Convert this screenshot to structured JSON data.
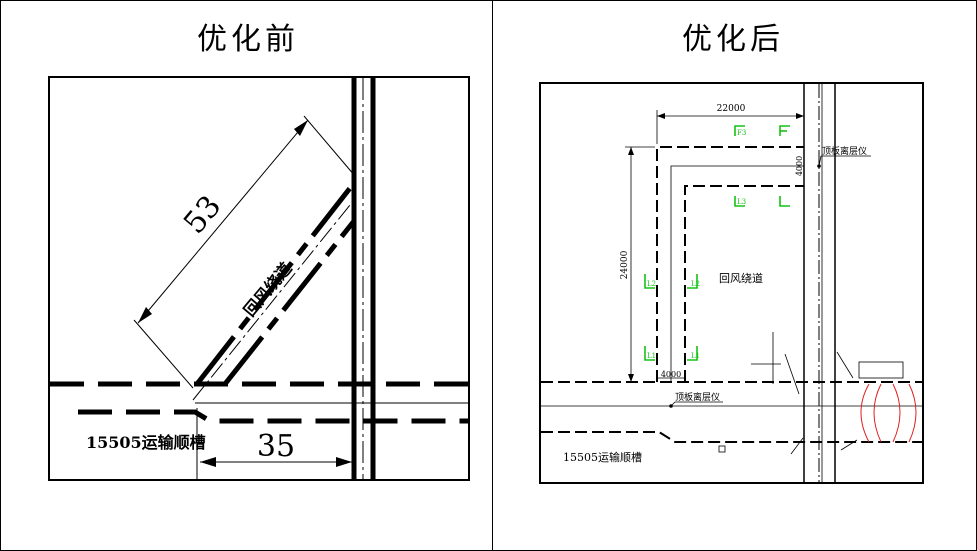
{
  "headings": {
    "before": "优化前",
    "after": "优化后"
  },
  "before": {
    "dimension_diagonal": "53",
    "dimension_bottom": "35",
    "bypass_label": "回风绕道",
    "trough_label": "15505运输顺槽"
  },
  "after": {
    "dim_width": "22000",
    "dim_height": "24000",
    "dim_offset_right": "4000",
    "dim_offset_bottom": "4000",
    "instrument_top": "顶板离层仪",
    "instrument_bottom": "顶板离层仪",
    "bypass_label": "回风绕道",
    "trough_label": "15505运输顺槽",
    "markers": [
      "F3",
      "F",
      "L3",
      "L",
      "L2",
      "L2",
      "L1",
      "L1"
    ],
    "marker_color": "#16c216",
    "support_color": "#e02020"
  }
}
